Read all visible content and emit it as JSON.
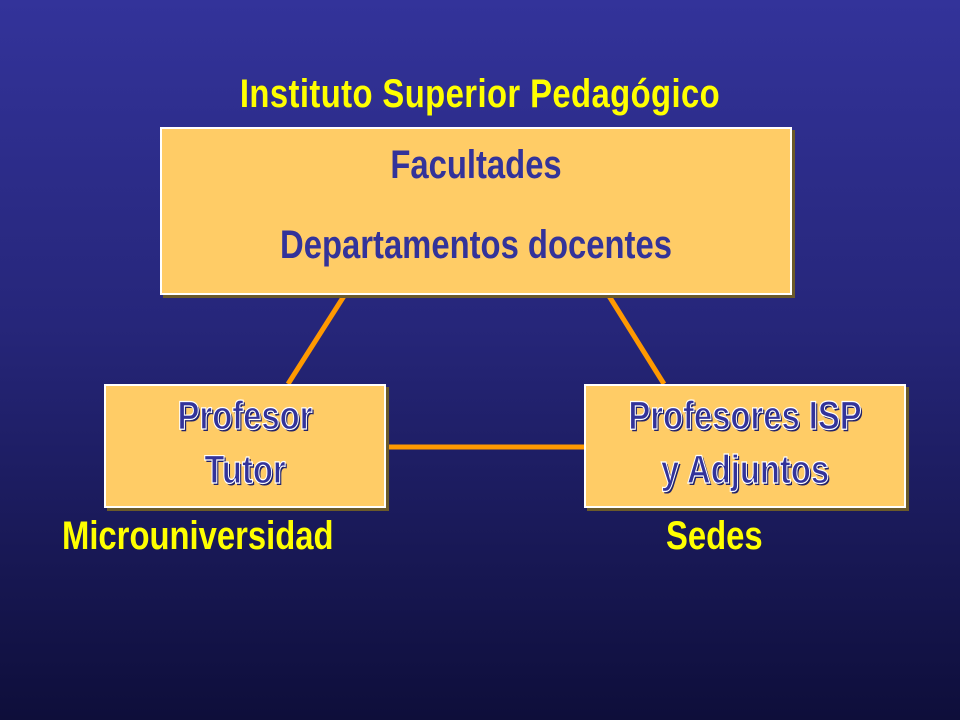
{
  "title": "Instituto Superior Pedagógico",
  "top_box": {
    "line1": "Facultades",
    "line2": "Departamentos docentes"
  },
  "left_box": {
    "line1": "Profesor",
    "line2": "Tutor",
    "caption": "Microuniversidad"
  },
  "right_box": {
    "line1": "Profesores ISP",
    "line2": "y Adjuntos",
    "caption": "Sedes"
  },
  "colors": {
    "background_top": "#33339a",
    "background_bottom": "#0e0e3a",
    "box_fill": "#ffcc66",
    "title_text": "#ffff00",
    "box_text": "#33339a",
    "connector": "#ff9900"
  }
}
